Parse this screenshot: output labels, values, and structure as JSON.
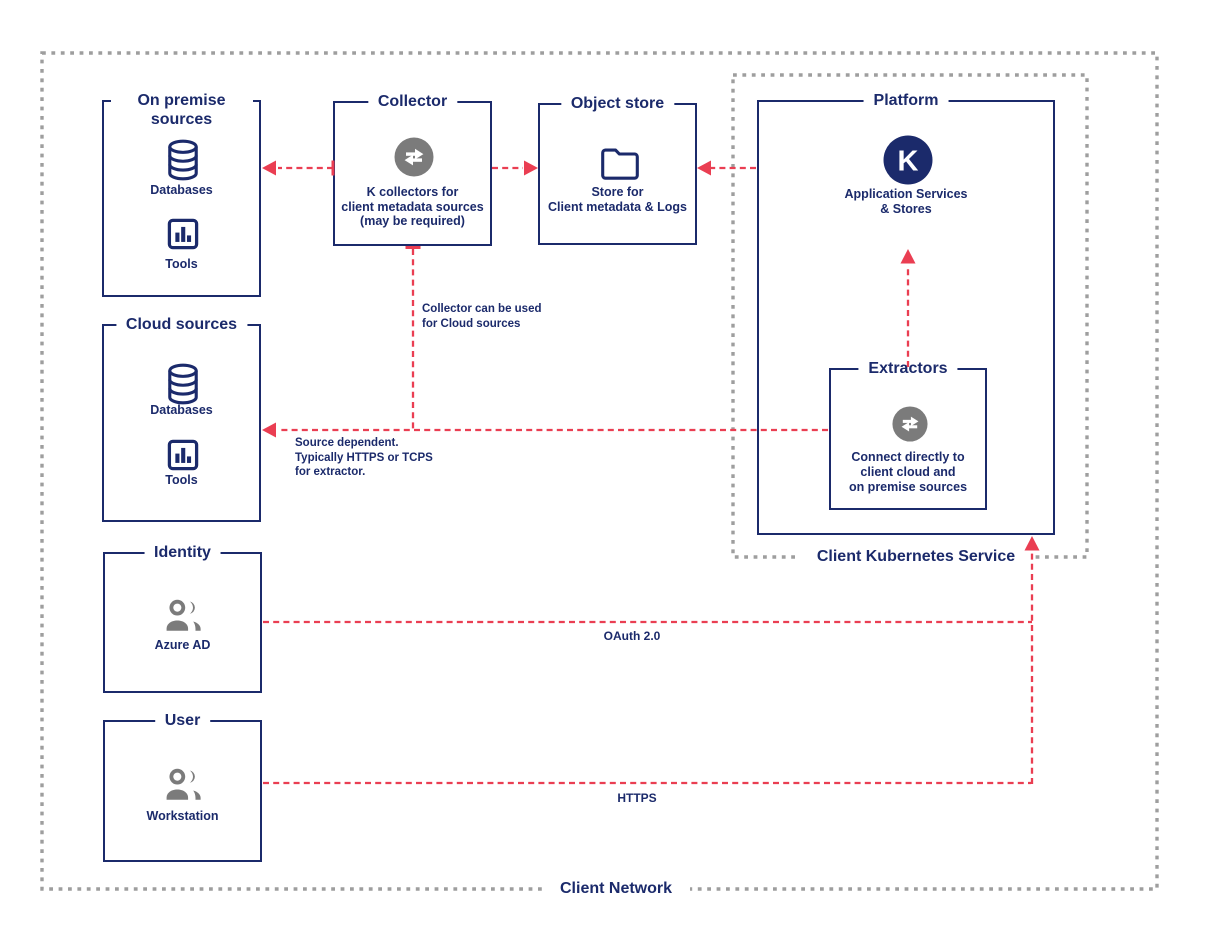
{
  "colors": {
    "navy": "#1b2a6b",
    "red": "#ea3e52",
    "gray_border": "#9e9e9e",
    "gray_icon": "#7b7b7b"
  },
  "outer": {
    "label": "Client Network"
  },
  "k8s": {
    "label": "Client Kubernetes Service"
  },
  "boxes": {
    "on_premise": {
      "title": "On premise sources",
      "items": [
        {
          "icon": "database-icon",
          "label": "Databases"
        },
        {
          "icon": "bar-chart-icon",
          "label": "Tools"
        }
      ]
    },
    "collector": {
      "title": "Collector",
      "icon": "swap-arrows-icon",
      "description": "K collectors for\nclient metadata sources\n(may be required)"
    },
    "object_store": {
      "title": "Object store",
      "icon": "folder-icon",
      "description": "Store for\nClient metadata & Logs"
    },
    "platform": {
      "title": "Platform",
      "icon": "k-logo",
      "logo_letter": "K",
      "description": "Application Services\n& Stores"
    },
    "extractors": {
      "title": "Extractors",
      "icon": "swap-arrows-icon",
      "description": "Connect directly to\nclient cloud and\non premise sources"
    },
    "cloud_sources": {
      "title": "Cloud sources",
      "items": [
        {
          "icon": "database-icon",
          "label": "Databases"
        },
        {
          "icon": "bar-chart-icon",
          "label": "Tools"
        }
      ]
    },
    "identity": {
      "title": "Identity",
      "icon": "people-icon",
      "label": "Azure AD"
    },
    "user": {
      "title": "User",
      "icon": "people-icon",
      "label": "Workstation"
    }
  },
  "annotations": {
    "collector_note": "Collector can be used\nfor Cloud sources",
    "source_note": "Source dependent.\nTypically HTTPS or TCPS\nfor extractor.",
    "oauth": "OAuth 2.0",
    "https": "HTTPS"
  }
}
